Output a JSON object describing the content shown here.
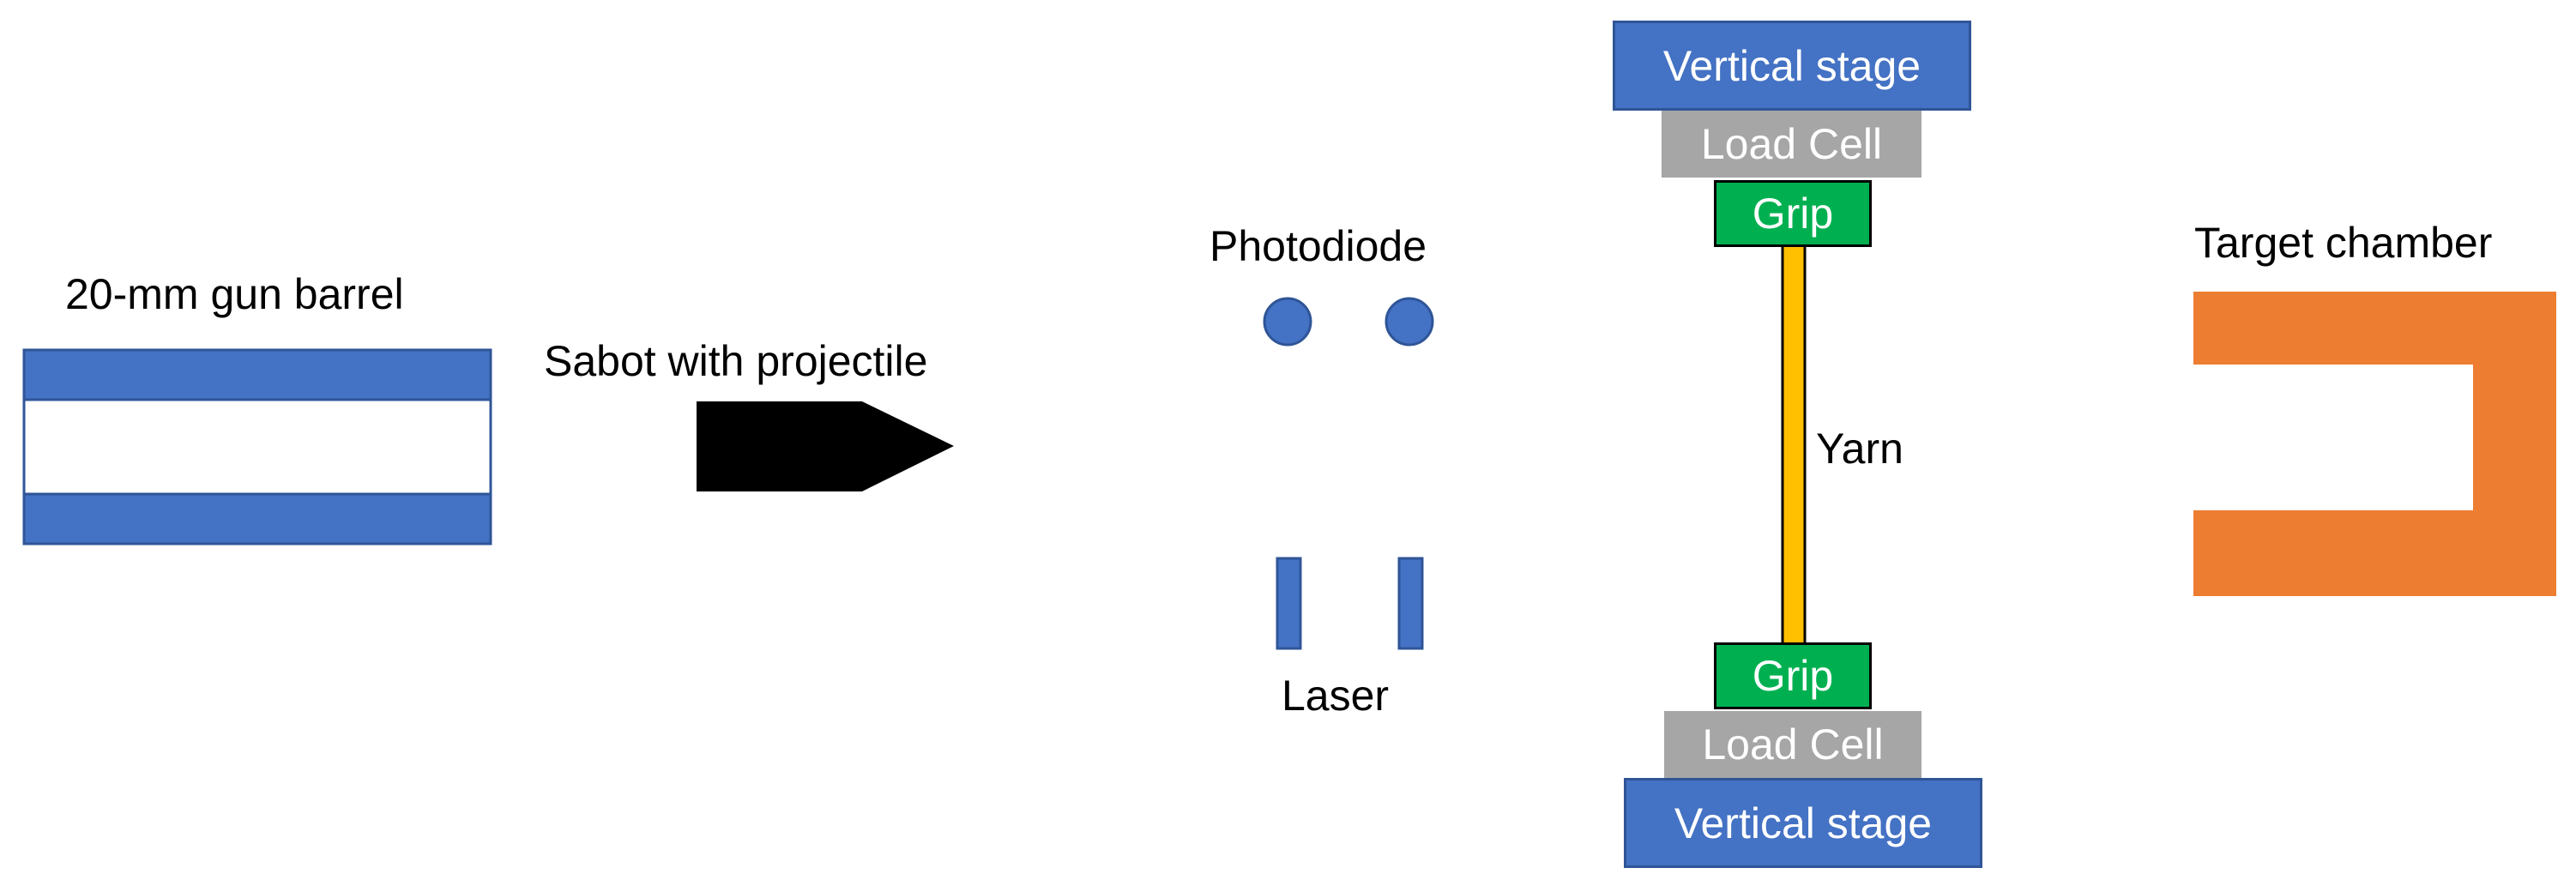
{
  "labels": {
    "gun_barrel": "20-mm gun barrel",
    "sabot": "Sabot with projectile",
    "photodiode": "Photodiode",
    "laser": "Laser",
    "yarn": "Yarn",
    "target_chamber": "Target chamber"
  },
  "test_fixture": {
    "top_stage": "Vertical stage",
    "top_load_cell": "Load Cell",
    "top_grip": "Grip",
    "bottom_grip": "Grip",
    "bottom_load_cell": "Load Cell",
    "bottom_stage": "Vertical stage"
  },
  "colors": {
    "blue": "#4472C4",
    "blue_border": "#2F5597",
    "gray": "#A6A6A6",
    "green": "#00B050",
    "yarn": "#FFC000",
    "orange": "#ED7D31",
    "black": "#000000"
  }
}
